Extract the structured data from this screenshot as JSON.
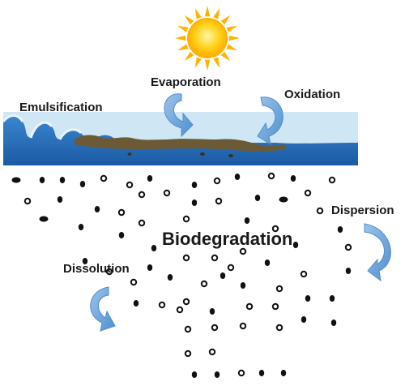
{
  "labels": {
    "evaporation": "Evaporation",
    "oxidation": "Oxidation",
    "emulsification": "Emulsification",
    "dispersion": "Dispersion",
    "biodegradation": "Biodegradation",
    "dissolution": "Dissolution"
  },
  "colors": {
    "sky": "#cfe6f5",
    "water": "#1f67b3",
    "water_light": "#3b86cf",
    "oil": "#6b5a35",
    "arrow": "#5b9bd5",
    "sun_core": "#ffd21a",
    "sun_rays": "#ffb300",
    "particle": "#111111"
  }
}
